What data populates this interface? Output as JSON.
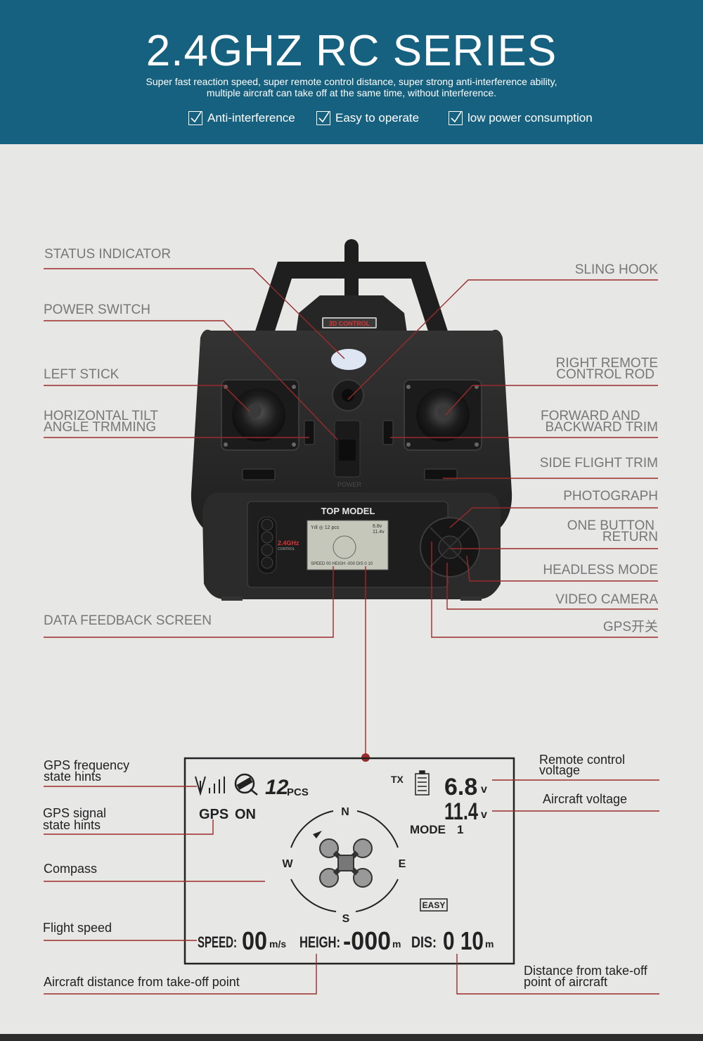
{
  "header": {
    "title": "2.4GHZ RC SERIES",
    "subtitle_line1": "Super fast reaction speed, super remote control distance, super strong anti-interference ability,",
    "subtitle_line2": "multiple aircraft can take off at the same time, without interference.",
    "features": [
      "Anti-interference",
      "Easy to operate",
      "low power consumption"
    ]
  },
  "controller": {
    "brand_badge": "3D CONTROL",
    "model_label": "TOP MODEL",
    "freq_label": "2.4GHz",
    "freq_sub": "CONTROL",
    "power_label": "POWER"
  },
  "callouts_left": {
    "status_indicator": "STATUS INDICATOR",
    "power_switch": "POWER SWITCH",
    "left_stick": "LEFT STICK",
    "horizontal_tilt_1": "HORIZONTAL TILT",
    "horizontal_tilt_2": "ANGLE TRMMING",
    "data_feedback_screen": "DATA FEEDBACK SCREEN"
  },
  "callouts_right": {
    "sling_hook": "SLING HOOK",
    "right_rod_1": "RIGHT REMOTE",
    "right_rod_2": "CONTROL ROD",
    "fwd_trim_1": "FORWARD AND",
    "fwd_trim_2": "BACKWARD TRIM",
    "side_trim": "SIDE FLIGHT TRIM",
    "photograph": "PHOTOGRAPH",
    "return_1": "ONE BUTTON",
    "return_2": "RETURN",
    "headless": "HEADLESS MODE",
    "video": "VIDEO CAMERA",
    "gps_switch": "GPS开关"
  },
  "lcd": {
    "pcs_value": "12",
    "pcs_unit": "PCS",
    "tx": "TX",
    "tx_voltage": "6.8",
    "aircraft_voltage": "11.4",
    "volt_unit": "v",
    "gps": "GPS",
    "gps_state": "ON",
    "mode_label": "MODE",
    "mode_value": "1",
    "n": "N",
    "s": "S",
    "e": "E",
    "w": "W",
    "easy": "EASY",
    "speed_label": "SPEED:",
    "speed_value": "00",
    "speed_unit": "m/s",
    "height_label": "HEIGH:",
    "height_value": "-000",
    "height_unit": "m",
    "dis_label": "DIS:",
    "dis_value": "0 10",
    "dis_unit": "m"
  },
  "lcd_callouts": {
    "gps_freq_1": "GPS frequency",
    "gps_freq_2": "state hints",
    "gps_signal_1": "GPS signal",
    "gps_signal_2": "state hints",
    "compass": "Compass",
    "flight_speed": "Flight speed",
    "aircraft_distance": "Aircraft distance from take-off point",
    "rc_voltage_1": "Remote control",
    "rc_voltage_2": "voltage",
    "aircraft_voltage": "Aircraft voltage",
    "distance_1": "Distance from take-off",
    "distance_2": "point of aircraft"
  },
  "colors": {
    "header_bg": "#16617f",
    "line": "#9b2b2b",
    "body_dark": "#262626"
  }
}
